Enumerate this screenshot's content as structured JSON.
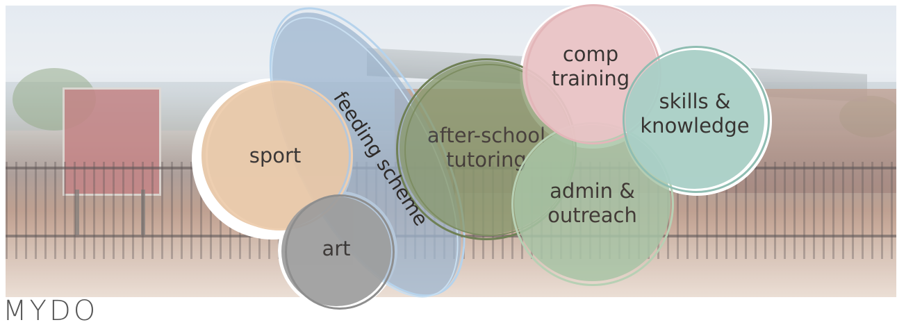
{
  "background": {
    "description_icon": "school-building-photo-icon"
  },
  "bubbles": {
    "sport": {
      "label": "sport",
      "color": "#e7c6a6"
    },
    "art": {
      "label": "art",
      "color": "#9b9b9b"
    },
    "feeding": {
      "label": "feeding scheme",
      "color": "#a9c3dc"
    },
    "tutoring": {
      "label": "after-school\ntutoring",
      "color": "#8a9a6f"
    },
    "comp": {
      "label": "comp\ntraining",
      "color": "#e9c4c6"
    },
    "skills": {
      "label": "skills &\nknowledge",
      "color": "#a9cfc6"
    },
    "admin": {
      "label": "admin &\noutreach",
      "color": "#a8c4a6"
    }
  },
  "footer": {
    "label": "MYDO"
  }
}
